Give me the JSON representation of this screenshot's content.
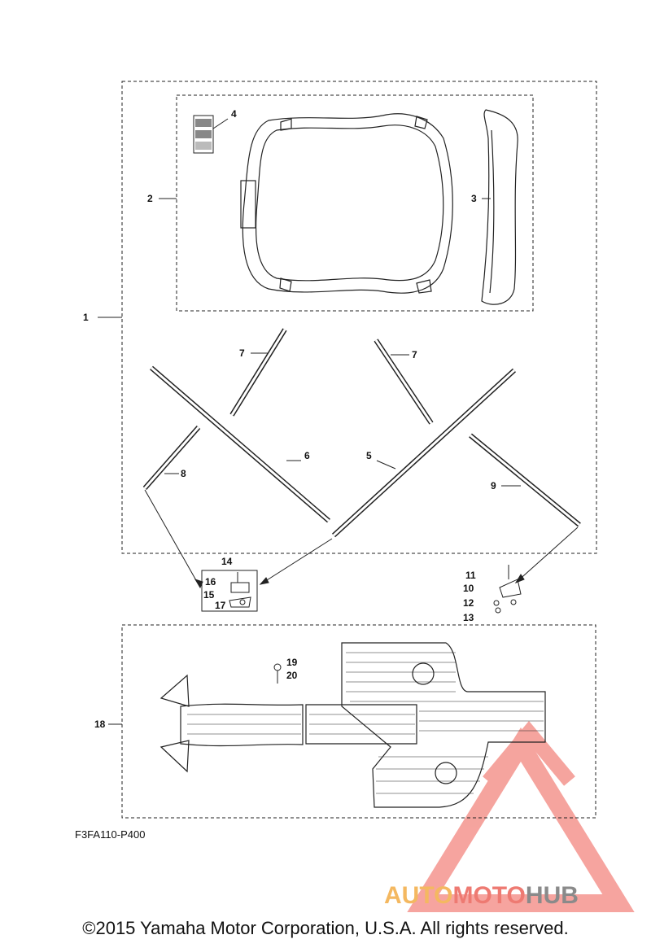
{
  "callouts": {
    "c1": "1",
    "c2": "2",
    "c3": "3",
    "c4": "4",
    "c5": "5",
    "c6": "6",
    "c7a": "7",
    "c7b": "7",
    "c8": "8",
    "c9": "9",
    "c10": "10",
    "c11": "11",
    "c12": "12",
    "c13": "13",
    "c14": "14",
    "c15": "15",
    "c16": "16",
    "c17": "17",
    "c18": "18",
    "c19": "19",
    "c20": "20"
  },
  "figure_code": "F3FA110-P400",
  "copyright": "©2015 Yamaha Motor Corporation, U.S.A. All rights reserved.",
  "watermark": {
    "part1": "AUTO",
    "part2": "MOTO",
    "part3": "HUB"
  },
  "colors": {
    "line": "#222222",
    "watermark_orange": "#f4b860",
    "watermark_red": "#ee7a72",
    "watermark_gray": "#8a8a8a"
  }
}
